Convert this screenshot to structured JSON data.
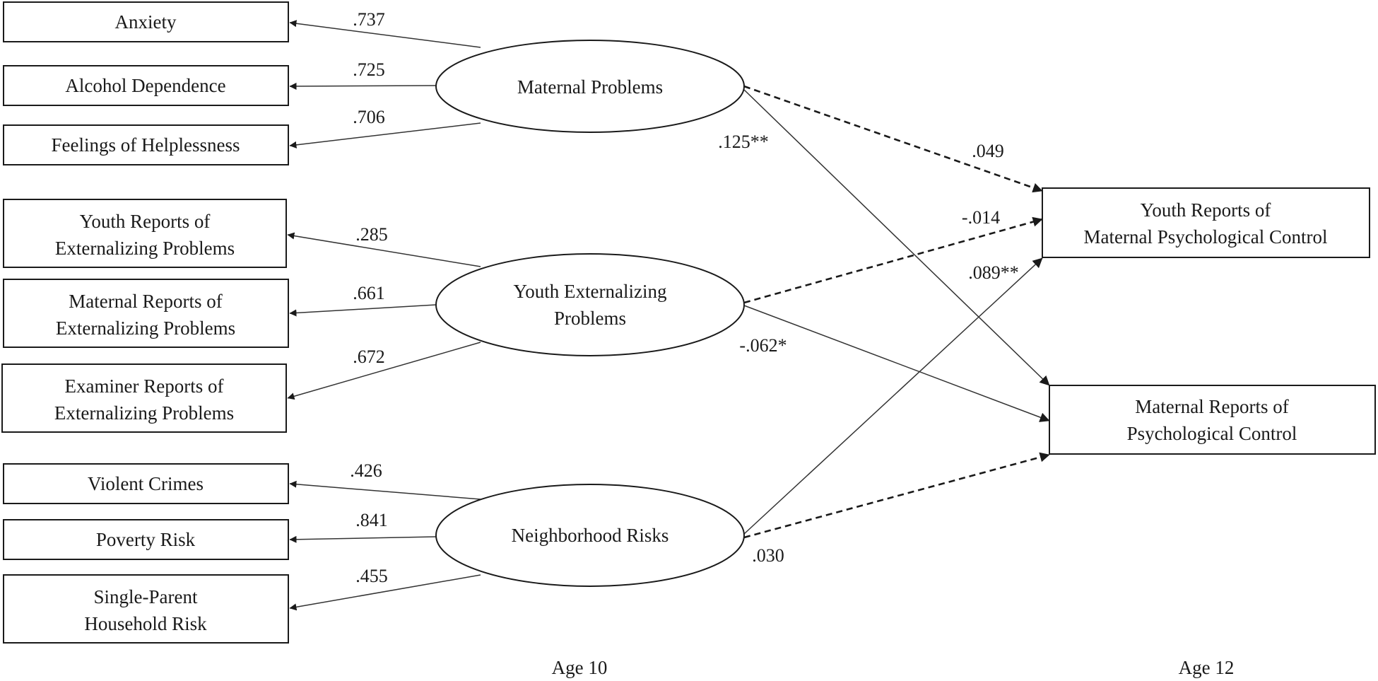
{
  "indicators": {
    "anxiety": "Anxiety",
    "alcohol": "Alcohol Dependence",
    "helplessness": "Feelings of Helplessness",
    "youth_ext": [
      "Youth Reports of",
      "Externalizing  Problems"
    ],
    "maternal_ext": [
      "Maternal Reports of",
      "Externalizing  Problems"
    ],
    "examiner_ext": [
      "Examiner Reports of",
      "Externalizing  Problems"
    ],
    "violent": "Violent Crimes",
    "poverty": "Poverty Risk",
    "single_parent": [
      "Single-Parent",
      "Household Risk"
    ]
  },
  "latents": {
    "maternal": "Maternal Problems",
    "youth": [
      "Youth Externalizing",
      "Problems"
    ],
    "neighborhood": "Neighborhood Risks"
  },
  "outcomes": {
    "youth_reports": [
      "Youth Reports of",
      "Maternal Psychological Control"
    ],
    "maternal_reports": [
      "Maternal Reports of",
      "Psychological Control"
    ]
  },
  "loadings": {
    "anxiety": ".737",
    "alcohol": ".725",
    "helplessness": ".706",
    "youth_ext": ".285",
    "maternal_ext": ".661",
    "examiner_ext": ".672",
    "violent": ".426",
    "poverty": ".841",
    "single_parent": ".455"
  },
  "paths": {
    "maternal_to_youth": ".049",
    "maternal_to_maternal": ".125**",
    "youth_to_youth": "-.014",
    "youth_to_maternal": "-.062*",
    "neigh_to_youth": ".089**",
    "neigh_to_maternal": ".030"
  },
  "ages": {
    "left": "Age 10",
    "right": "Age 12"
  }
}
